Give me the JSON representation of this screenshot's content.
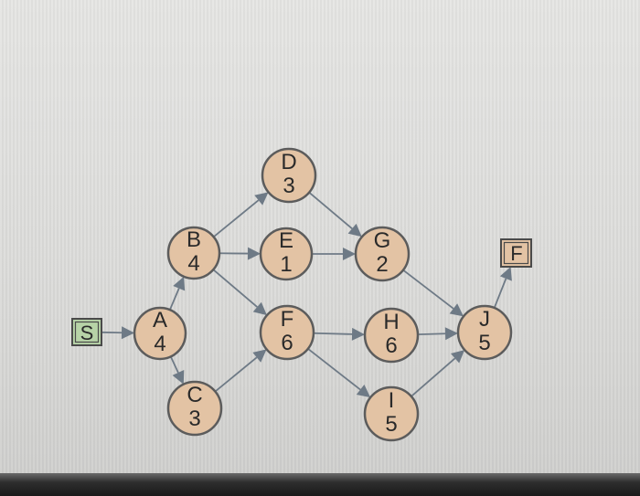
{
  "start_box": {
    "label": "S",
    "fill": "#b7d3a7"
  },
  "finish_box": {
    "label": "F",
    "fill": "#e3c3a4"
  },
  "nodes": [
    {
      "id": "A",
      "label": "A",
      "duration": "4"
    },
    {
      "id": "B",
      "label": "B",
      "duration": "4"
    },
    {
      "id": "C",
      "label": "C",
      "duration": "3"
    },
    {
      "id": "D",
      "label": "D",
      "duration": "3"
    },
    {
      "id": "E",
      "label": "E",
      "duration": "1"
    },
    {
      "id": "F",
      "label": "F",
      "duration": "6"
    },
    {
      "id": "G",
      "label": "G",
      "duration": "2"
    },
    {
      "id": "H",
      "label": "H",
      "duration": "6"
    },
    {
      "id": "I",
      "label": "I",
      "duration": "5"
    },
    {
      "id": "J",
      "label": "J",
      "duration": "5"
    }
  ],
  "edges": [
    [
      "S",
      "A"
    ],
    [
      "A",
      "B"
    ],
    [
      "A",
      "C"
    ],
    [
      "B",
      "D"
    ],
    [
      "B",
      "E"
    ],
    [
      "B",
      "F"
    ],
    [
      "C",
      "F"
    ],
    [
      "D",
      "G"
    ],
    [
      "E",
      "G"
    ],
    [
      "F",
      "H"
    ],
    [
      "F",
      "I"
    ],
    [
      "G",
      "J"
    ],
    [
      "H",
      "J"
    ],
    [
      "I",
      "J"
    ],
    [
      "J",
      "F_end"
    ]
  ],
  "colors": {
    "node_fill": "#e3c3a4",
    "start_fill": "#b7d3a7",
    "edge": "#6e7a86"
  }
}
